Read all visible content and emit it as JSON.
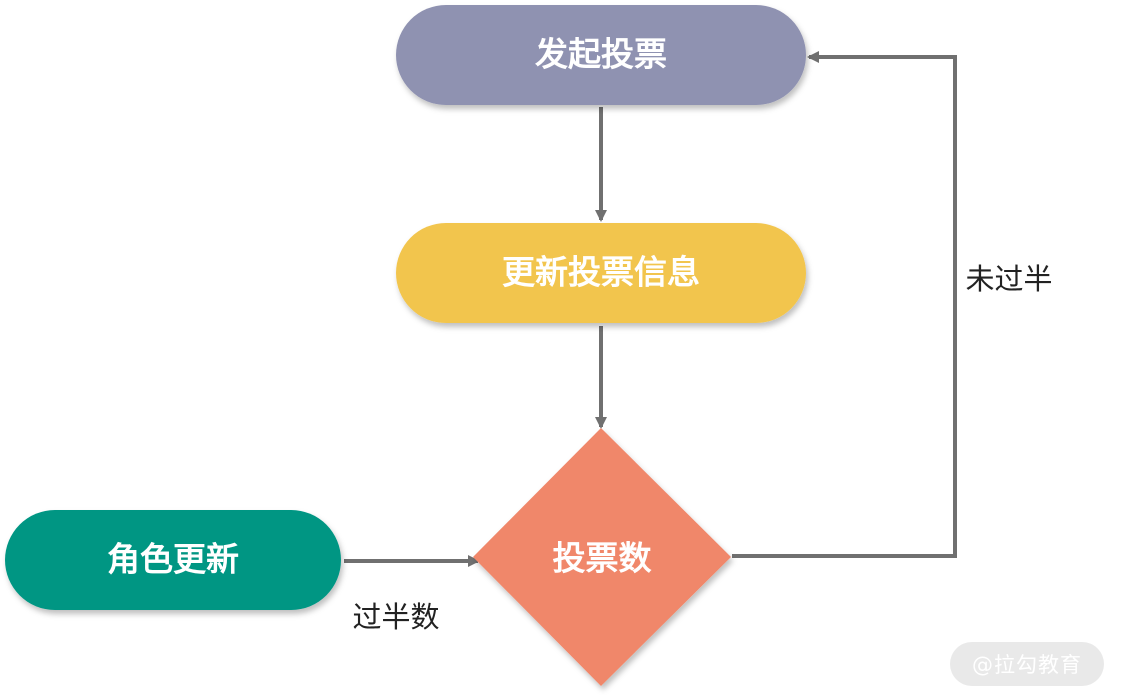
{
  "nodes": {
    "start_vote": {
      "label": "发起投票",
      "color": "#8f92b1"
    },
    "update_vote_info": {
      "label": "更新投票信息",
      "color": "#f2c54e"
    },
    "vote_count": {
      "label": "投票数",
      "color": "#f0876a"
    },
    "role_update": {
      "label": "角色更新",
      "color": "#009683"
    }
  },
  "edges": {
    "not_majority_label": "未过半",
    "majority_label": "过半数"
  },
  "edge_color": "#707070",
  "watermark": "@拉勾教育"
}
